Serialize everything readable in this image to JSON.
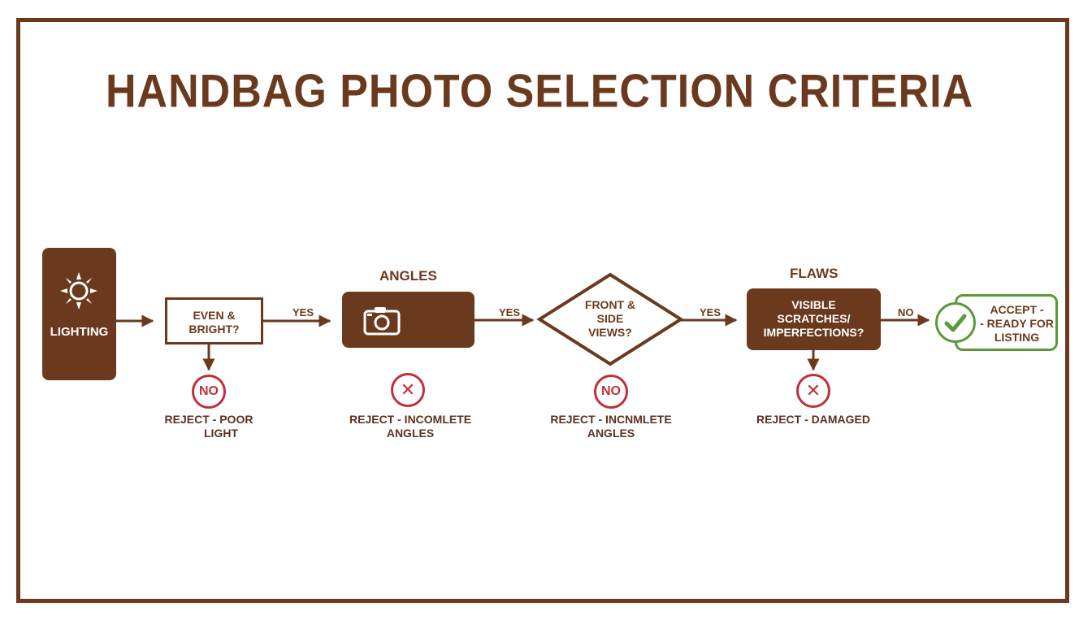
{
  "title": "HANDBAG PHOTO SELECTION CRITERIA",
  "nodes": {
    "lighting": "LIGHTING",
    "even_bright": [
      "EVEN &",
      "BRIGHT?"
    ],
    "angles_heading": "ANGLES",
    "front_side": [
      "FRONT &",
      "SIDE",
      "VIEWS?"
    ],
    "flaws_heading": "FLAWS",
    "flaws_question": [
      "VISIBLE",
      "SCRATCHES/",
      "IMPERFECTIONS?"
    ],
    "accept": [
      "ACCEPT -",
      "- READY FOR",
      "LISTING"
    ]
  },
  "edges": {
    "yes_1": "YES",
    "yes_2": "YES",
    "yes_3": "YES",
    "no_final": "NO"
  },
  "rejects": {
    "light": {
      "marker": "NO",
      "text": [
        "REJECT - POOR",
        "LIGHT"
      ]
    },
    "angles": {
      "marker": "✕",
      "text": [
        "REJECT - INCOMLETE",
        "ANGLES"
      ]
    },
    "views": {
      "marker": "NO",
      "text": [
        "REJECT - INCNMLETE",
        "ANGLES"
      ]
    },
    "damaged": {
      "marker": "✕",
      "text": [
        "REJECT - DAMAGED"
      ]
    }
  },
  "icons": {
    "lighting": "sun-icon",
    "angles": "camera-icon",
    "accept": "checkmark-icon"
  },
  "colors": {
    "brown": "#6b3a1e",
    "reject_red": "#c0303a",
    "accept_green": "#5a9a3a"
  }
}
